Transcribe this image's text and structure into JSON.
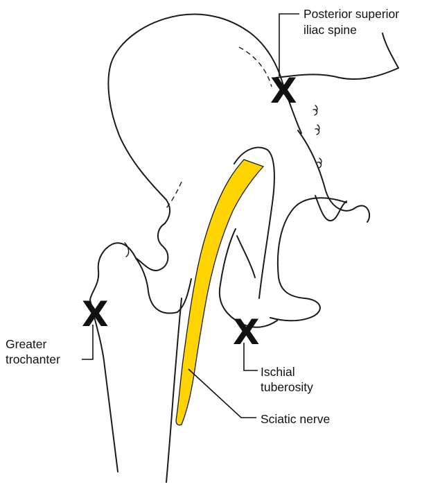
{
  "colors": {
    "nerve": "#ffd400",
    "outline": "#1a1a1a"
  },
  "labels": {
    "psis_line1": "Posterior superior",
    "psis_line2": "iliac spine",
    "gt_line1": "Greater",
    "gt_line2": "trochanter",
    "it_line1": "Ischial",
    "it_line2": "tuberosity",
    "sciatic": "Sciatic nerve"
  },
  "landmark_mark": "X"
}
